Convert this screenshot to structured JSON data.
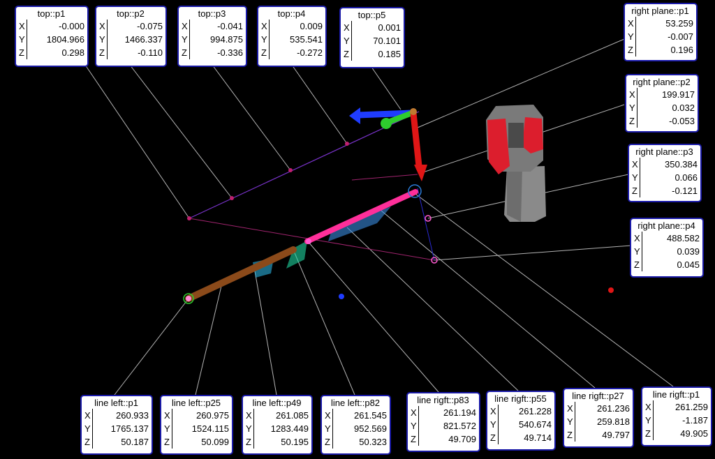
{
  "viewport": {
    "background": "#000000",
    "colors": {
      "leader": "#b4b4b4",
      "box_border": "#1a1aa8",
      "line_left": "#8b4a1a",
      "line_right": "#ff2f9a",
      "top_line": "#7a33cc",
      "plane": "#a0246e",
      "axis_red": "#e01616",
      "axis_green": "#2ecc2e",
      "axis_blue": "#1f3cff"
    },
    "icons": [
      "laser-tracker-icon",
      "coordinate-axes-icon",
      "point-marker-icon"
    ]
  },
  "labels": [
    {
      "id": "top-p1",
      "title": "top::p1",
      "x": "-0.000",
      "y": "1804.966",
      "z": "0.298"
    },
    {
      "id": "top-p2",
      "title": "top::p2",
      "x": "-0.075",
      "y": "1466.337",
      "z": "-0.110"
    },
    {
      "id": "top-p3",
      "title": "top::p3",
      "x": "-0.041",
      "y": "994.875",
      "z": "-0.336"
    },
    {
      "id": "top-p4",
      "title": "top::p4",
      "x": "0.009",
      "y": "535.541",
      "z": "-0.272"
    },
    {
      "id": "top-p5",
      "title": "top::p5",
      "x": "0.001",
      "y": "70.101",
      "z": "0.185"
    },
    {
      "id": "right-plane-p1",
      "title": "right plane::p1",
      "x": "53.259",
      "y": "-0.007",
      "z": "0.196"
    },
    {
      "id": "right-plane-p2",
      "title": "right plane::p2",
      "x": "199.917",
      "y": "0.032",
      "z": "-0.053"
    },
    {
      "id": "right-plane-p3",
      "title": "right plane::p3",
      "x": "350.384",
      "y": "0.066",
      "z": "-0.121"
    },
    {
      "id": "right-plane-p4",
      "title": "right plane::p4",
      "x": "488.582",
      "y": "0.039",
      "z": "0.045"
    },
    {
      "id": "line-left-p1",
      "title": "line left::p1",
      "x": "260.933",
      "y": "1765.137",
      "z": "50.187"
    },
    {
      "id": "line-left-p25",
      "title": "line left::p25",
      "x": "260.975",
      "y": "1524.115",
      "z": "50.099"
    },
    {
      "id": "line-left-p49",
      "title": "line left::p49",
      "x": "261.085",
      "y": "1283.449",
      "z": "50.195"
    },
    {
      "id": "line-left-p82",
      "title": "line left::p82",
      "x": "261.545",
      "y": "952.569",
      "z": "50.323"
    },
    {
      "id": "line-rigft-p83",
      "title": "line rigft::p83",
      "x": "261.194",
      "y": "821.572",
      "z": "49.709"
    },
    {
      "id": "line-rigft-p55",
      "title": "line rigft::p55",
      "x": "261.228",
      "y": "540.674",
      "z": "49.714"
    },
    {
      "id": "line-rigft-p27",
      "title": "line rigft::p27",
      "x": "261.236",
      "y": "259.818",
      "z": "49.797"
    },
    {
      "id": "line-rigft-p1",
      "title": "line rigft::p1",
      "x": "261.259",
      "y": "-1.187",
      "z": "49.905"
    }
  ]
}
